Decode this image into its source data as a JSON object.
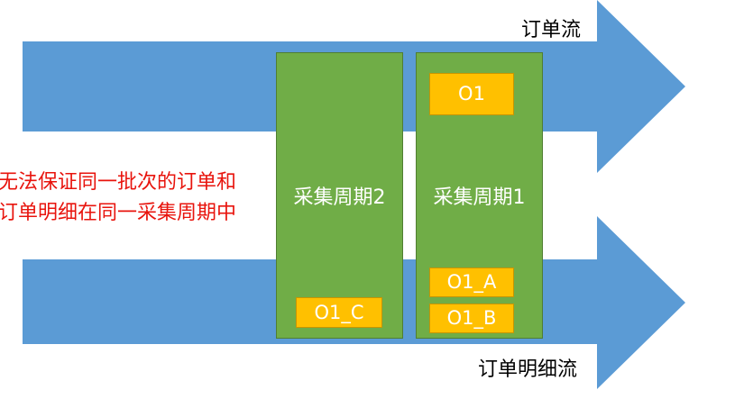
{
  "colors": {
    "arrow_fill": "#5b9bd5",
    "period_fill": "#70ad47",
    "period_stroke": "#507e32",
    "box_fill": "#ffc000",
    "box_stroke": "#c79500",
    "note_text": "#e8140d"
  },
  "flows": {
    "order_label": "订单流",
    "detail_label": "订单明细流"
  },
  "periods": {
    "period2": "采集周期2",
    "period1": "采集周期1"
  },
  "boxes": {
    "o1": "O1",
    "o1_a": "O1_A",
    "o1_b": "O1_B",
    "o1_c": "O1_C"
  },
  "note": {
    "line1": "无法保证同一批次的订单和",
    "line2": "订单明细在同一采集周期中"
  }
}
